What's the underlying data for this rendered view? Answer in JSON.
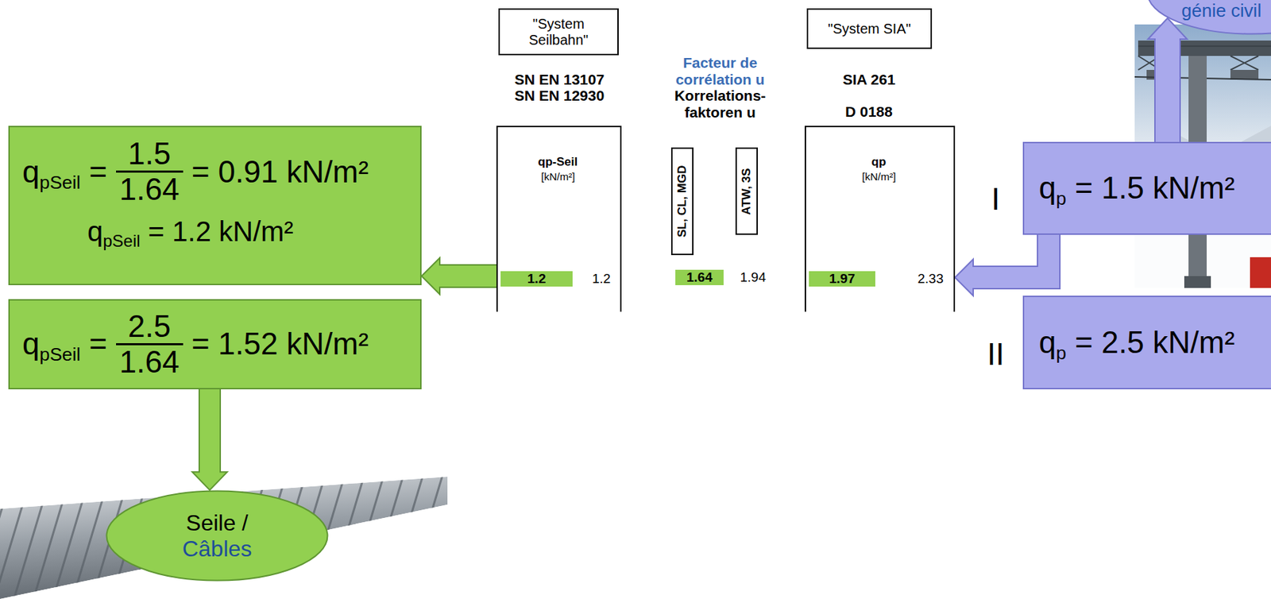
{
  "diagram": {
    "nodes": [
      {
        "text": [
          "génie civil"
        ]
      },
      {
        "text": [
          "\"System Seilbahn\""
        ]
      },
      {
        "text": [
          "\"System SIA\""
        ]
      },
      {
        "text": [
          "q",
          "pSeil",
          "=",
          "1.5",
          "1.64",
          "= 0.91 kN/m²",
          "q",
          "pSeil",
          "= 1.2 kN/m²"
        ]
      },
      {
        "text": [
          "qp-Seil",
          "[kN/m²]",
          "1.2",
          "1.2"
        ]
      },
      {
        "text": [
          "SL, CL, MGD"
        ]
      },
      {
        "text": [
          "ATW, 3S"
        ]
      },
      {
        "text": [
          "qp",
          "[kN/m²]",
          "1.97",
          "2.33"
        ]
      },
      {
        "text": [
          "q",
          "p",
          "= 1.5 kN/m²"
        ]
      },
      {
        "text": [
          "q",
          "pSeil",
          "=",
          "2.5",
          "1.64",
          "= 1.52 kN/m²"
        ]
      },
      {
        "text": [
          "q",
          "p",
          "= 2.5 kN/m²"
        ]
      },
      {
        "text": [
          "Seile /",
          "Câbles"
        ]
      }
    ],
    "edges": [
      {
        "from": 8,
        "to": 0,
        "arrow": "to"
      },
      {
        "from": 8,
        "to": 7,
        "arrow": "to"
      },
      {
        "from": 4,
        "to": 3,
        "arrow": "to"
      },
      {
        "from": 9,
        "to": 11,
        "arrow": "to"
      }
    ],
    "labels": [
      "SN EN 13107",
      "SN EN 12930",
      "Facteur de corrélation u",
      "Korrelations- faktoren u",
      "1.64",
      "1.94",
      "SIA 261",
      "D 0188",
      "I",
      "II"
    ]
  }
}
